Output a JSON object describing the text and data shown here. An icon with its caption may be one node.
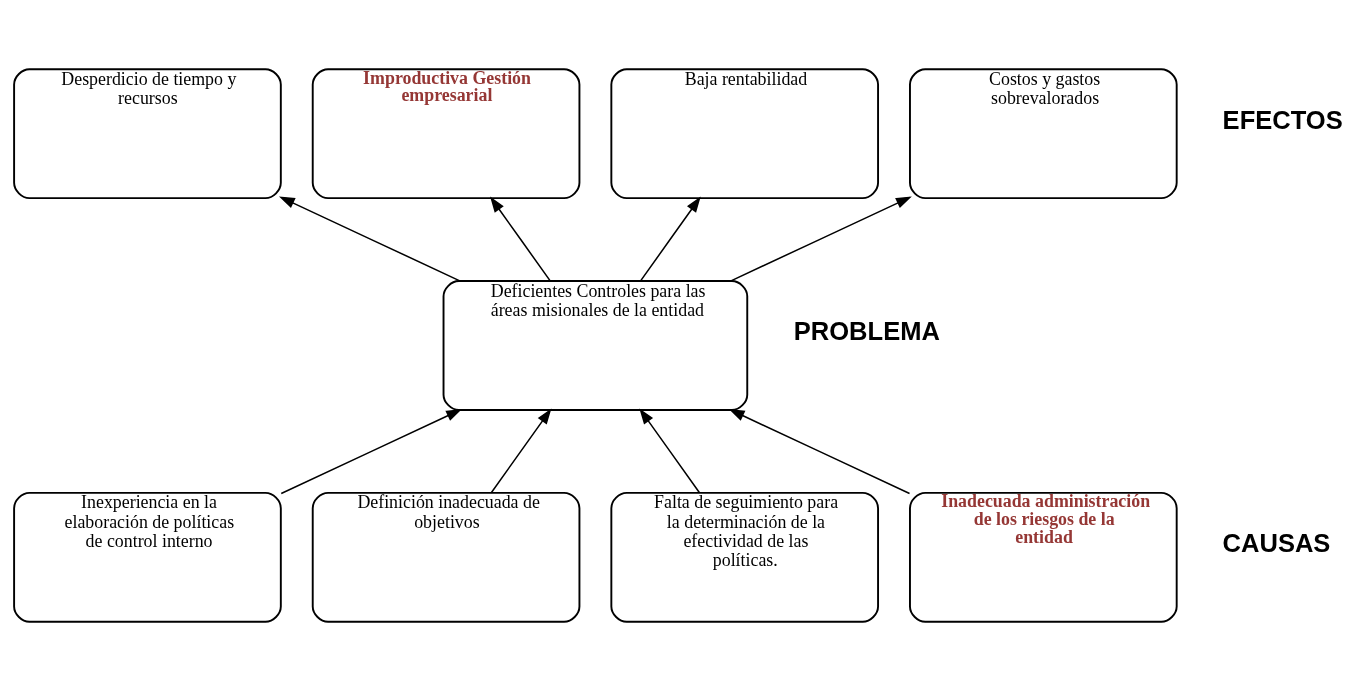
{
  "diagram": {
    "nodes": [
      {
        "text": [
          "Desperdicio de tiempo y recursos"
        ]
      },
      {
        "text": [
          "Improductiva Gestión empresarial"
        ]
      },
      {
        "text": [
          "Baja rentabilidad"
        ]
      },
      {
        "text": [
          "Costos y gastos sobrevalorados"
        ]
      },
      {
        "text": [
          "Deficientes Controles para las áreas misionales de la entidad"
        ]
      },
      {
        "text": [
          "Inexperiencia en la elaboración de políticas de control interno"
        ]
      },
      {
        "text": [
          "Definición inadecuada de objetivos"
        ]
      },
      {
        "text": [
          "Falta de seguimiento para la determinación de la efectividad de las políticas."
        ]
      },
      {
        "text": [
          "Inadecuada administración de los riesgos de la entidad"
        ]
      }
    ],
    "edges": [
      {
        "from": 4,
        "to": 0,
        "arrow": "to"
      },
      {
        "from": 4,
        "to": 1,
        "arrow": "to"
      },
      {
        "from": 4,
        "to": 2,
        "arrow": "to"
      },
      {
        "from": 4,
        "to": 3,
        "arrow": "to"
      },
      {
        "from": 5,
        "to": 4,
        "arrow": "to"
      },
      {
        "from": 6,
        "to": 4,
        "arrow": "to"
      },
      {
        "from": 7,
        "to": 4,
        "arrow": "to"
      },
      {
        "from": 8,
        "to": 4,
        "arrow": "to"
      }
    ],
    "labels": [
      "EFECTOS",
      "PROBLEMA",
      "CAUSAS"
    ]
  }
}
